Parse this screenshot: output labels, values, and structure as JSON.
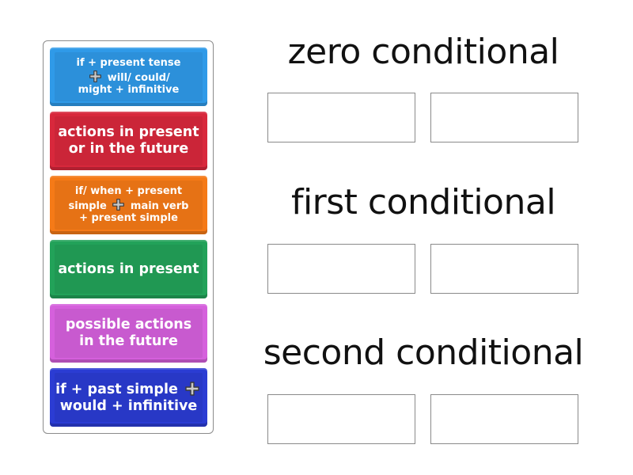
{
  "activity": {
    "type": "group sort",
    "cards": [
      {
        "id": "card-1",
        "parts": [
          "if + present tense",
          "will/ could/",
          "might + infinitive"
        ],
        "text": "if + present tense ➕ will/ could/ might + infinitive",
        "color": "#2f9ae8",
        "size": "small"
      },
      {
        "id": "card-2",
        "text": "actions in present or in the future",
        "color": "#d8283c",
        "size": "large"
      },
      {
        "id": "card-3",
        "text": "if/ when + present simple ➕ main verb + present simple",
        "color": "#f57a17",
        "size": "small"
      },
      {
        "id": "card-4",
        "text": "actions in present",
        "color": "#22a259",
        "size": "large"
      },
      {
        "id": "card-5",
        "text": "possible actions in the future",
        "color": "#d560dc",
        "size": "large"
      },
      {
        "id": "card-6",
        "text": "if + past simple ➕ would + infinitive",
        "color": "#2b3cd3",
        "size": "large"
      }
    ],
    "groups": [
      {
        "title": "zero conditional",
        "slots": [
          "",
          ""
        ]
      },
      {
        "title": "first conditional",
        "slots": [
          "",
          ""
        ]
      },
      {
        "title": "second conditional",
        "slots": [
          "",
          ""
        ]
      }
    ],
    "icons": {
      "plus": "heavy-plus-icon"
    }
  },
  "labels": {
    "card1_line1": "if + present tense",
    "card1_line2": " will/ could/",
    "card1_line3": "might + infinitive",
    "card2": "actions in present or in the future",
    "card3_line1": "if/ when + present",
    "card3_line2a": "simple ",
    "card3_line2b": " main verb",
    "card3_line3": "+ present simple",
    "card4": "actions in present",
    "card5": "possible actions in the future",
    "card6_line1": "if + past simple ",
    "card6_line2": "would + infinitive",
    "group1": "zero conditional",
    "group2": "first conditional",
    "group3": "second conditional"
  }
}
